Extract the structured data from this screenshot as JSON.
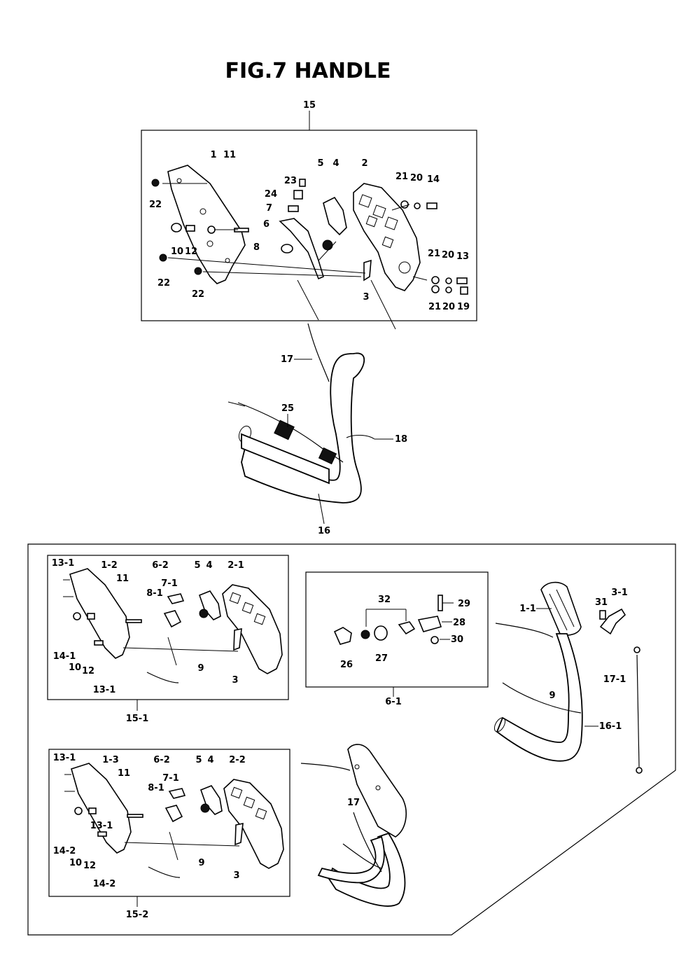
{
  "title": "FIG.7  HANDLE",
  "labels": {
    "l15": "15",
    "l1": "1",
    "l11": "11",
    "l23": "23",
    "l5": "5",
    "l4": "4",
    "l2": "2",
    "l21a": "21",
    "l20a": "20",
    "l14": "14",
    "l24": "24",
    "l7": "7",
    "l6": "6",
    "l22a": "22",
    "l10": "10",
    "l12": "12",
    "l8": "8",
    "l21b": "21",
    "l20b": "20",
    "l13": "13",
    "l22b": "22",
    "l22c": "22",
    "l3": "3",
    "l21c": "21",
    "l20c": "20",
    "l19": "19",
    "l17": "17",
    "l25": "25",
    "l18": "18",
    "l16": "16",
    "a13_1a": "13-1",
    "a1_2": "1-2",
    "a6_2": "6-2",
    "a5": "5",
    "a4": "4",
    "a2_1": "2-1",
    "a11": "11",
    "a7_1": "7-1",
    "a8_1": "8-1",
    "a14_1": "14-1",
    "a10": "10",
    "a12": "12",
    "a13_1b": "13-1",
    "a9": "9",
    "a3": "3",
    "a15_1": "15-1",
    "b32": "32",
    "b29": "29",
    "b28": "28",
    "b30": "30",
    "b26": "26",
    "b27": "27",
    "b6_1": "6-1",
    "c1_1": "1-1",
    "c31": "31",
    "c3_1": "3-1",
    "c17_1": "17-1",
    "c9": "9",
    "c16_1": "16-1",
    "d13_1a": "13-1",
    "d1_3": "1-3",
    "d6_2": "6-2",
    "d5": "5",
    "d4": "4",
    "d2_2": "2-2",
    "d11": "11",
    "d7_1": "7-1",
    "d8_1": "8-1",
    "d13_1b": "13-1",
    "d14_2a": "14-2",
    "d10": "10",
    "d12": "12",
    "d14_2b": "14-2",
    "d9": "9",
    "d3": "3",
    "d15_2": "15-2",
    "e17": "17"
  }
}
